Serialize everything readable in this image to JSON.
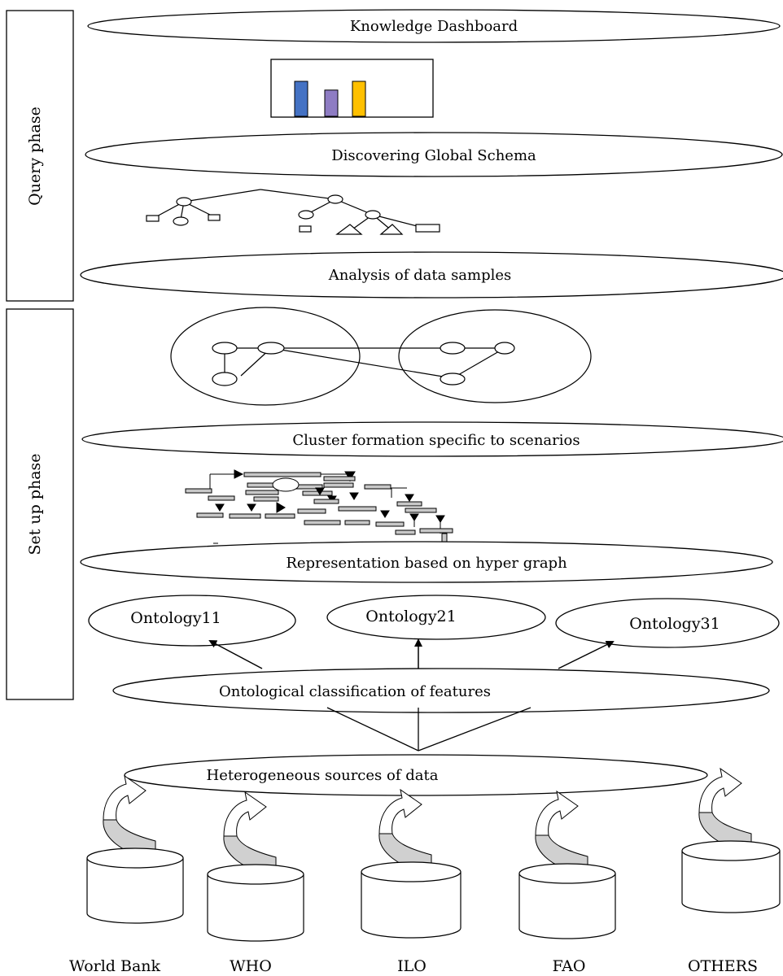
{
  "phases": {
    "query": "Query phase",
    "setup": "Set up phase"
  },
  "layers": {
    "dashboard": "Knowledge Dashboard",
    "global_schema": "Discovering Global Schema",
    "analysis": "Analysis of data samples",
    "cluster": "Cluster formation specific to scenarios",
    "hypergraph": "Representation based on hyper graph",
    "classification": "Ontological classification of features",
    "heterogeneous": "Heterogeneous sources of data"
  },
  "ontologies": [
    "Ontology11",
    "Ontology21",
    "Ontology31"
  ],
  "sources": [
    "World Bank",
    "WHO",
    "ILO",
    "FAO",
    "OTHERS"
  ],
  "mini_chart": {
    "bars": [
      {
        "color": "#4472c4",
        "value": 1.0
      },
      {
        "color": "#8e7cc3",
        "value": 0.75
      },
      {
        "color": "#ffc000",
        "value": 1.0
      }
    ]
  }
}
